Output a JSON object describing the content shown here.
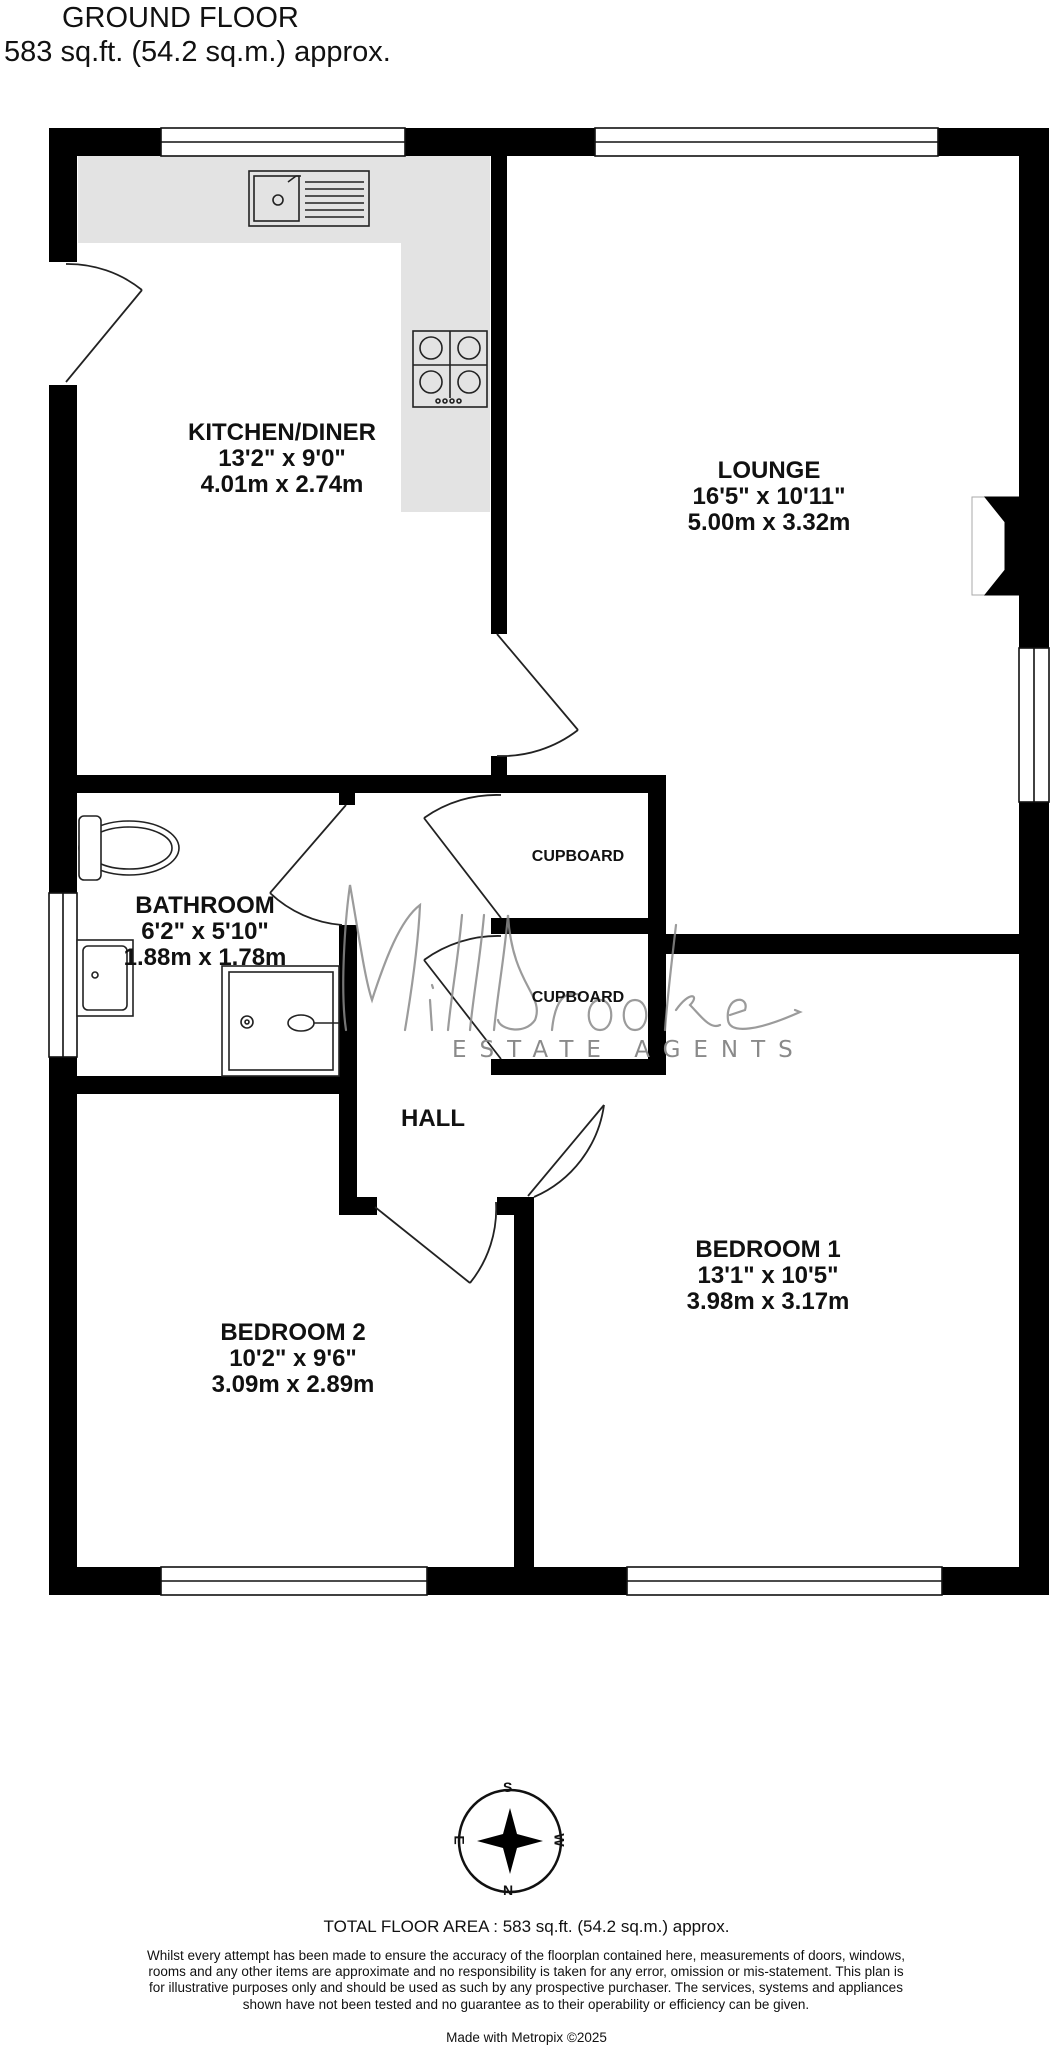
{
  "header": {
    "floor_name": "GROUND FLOOR",
    "floor_area": "583 sq.ft. (54.2 sq.m.) approx."
  },
  "rooms": {
    "kitchen": {
      "name": "KITCHEN/DINER",
      "imperial": "13'2\"  x 9'0\"",
      "metric": "4.01m  x 2.74m"
    },
    "lounge": {
      "name": "LOUNGE",
      "imperial": "16'5\"  x 10'11\"",
      "metric": "5.00m  x 3.32m"
    },
    "bathroom": {
      "name": "BATHROOM",
      "imperial": "6'2\"  x 5'10\"",
      "metric": "1.88m  x 1.78m"
    },
    "cupboard_1": {
      "name": "CUPBOARD"
    },
    "cupboard_2": {
      "name": "CUPBOARD"
    },
    "hall": {
      "name": "HALL"
    },
    "bedroom_1": {
      "name": "BEDROOM 1",
      "imperial": "13'1\"  x 10'5\"",
      "metric": "3.98m  x 3.17m"
    },
    "bedroom_2": {
      "name": "BEDROOM 2",
      "imperial": "10'2\"  x 9'6\"",
      "metric": "3.09m  x 2.89m"
    }
  },
  "watermark": {
    "brand": "Millbrooke",
    "tagline": "ESTATE AGENTS"
  },
  "compass": {
    "n": "N",
    "s": "S",
    "e": "E",
    "w": "W"
  },
  "footer": {
    "total_area": "TOTAL FLOOR AREA : 583 sq.ft. (54.2 sq.m.) approx.",
    "disclaimer": "Whilst every attempt has been made to ensure the accuracy of the floorplan contained here, measurements of doors, windows, rooms and any other items are approximate and no responsibility is taken for any error, omission or mis-statement. This plan is for illustrative purposes only and should be used as such by any prospective purchaser. The services, systems and appliances shown have not been tested and no guarantee as to their operability or efficiency can be given.",
    "made_with": "Made with Metropix ©2025"
  },
  "colors": {
    "wall": "#000000",
    "worktop": "#e3e3e3",
    "watermark": "#8a8a8a",
    "background": "#ffffff"
  }
}
